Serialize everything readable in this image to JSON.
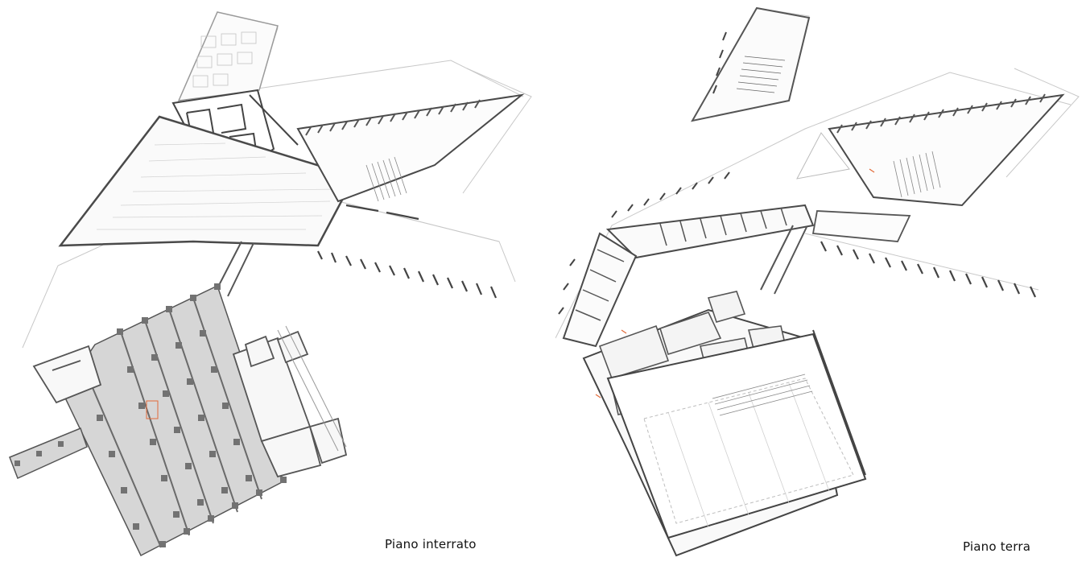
{
  "plans": [
    {
      "id": "basement",
      "caption": "Piano interrato"
    },
    {
      "id": "ground",
      "caption": "Piano terra"
    }
  ],
  "colors": {
    "wall": "#555555",
    "thin_line": "#bdbdbd",
    "grey_fill": "#d6d6d6",
    "column": "#707070",
    "accent": "#e36b3a"
  }
}
